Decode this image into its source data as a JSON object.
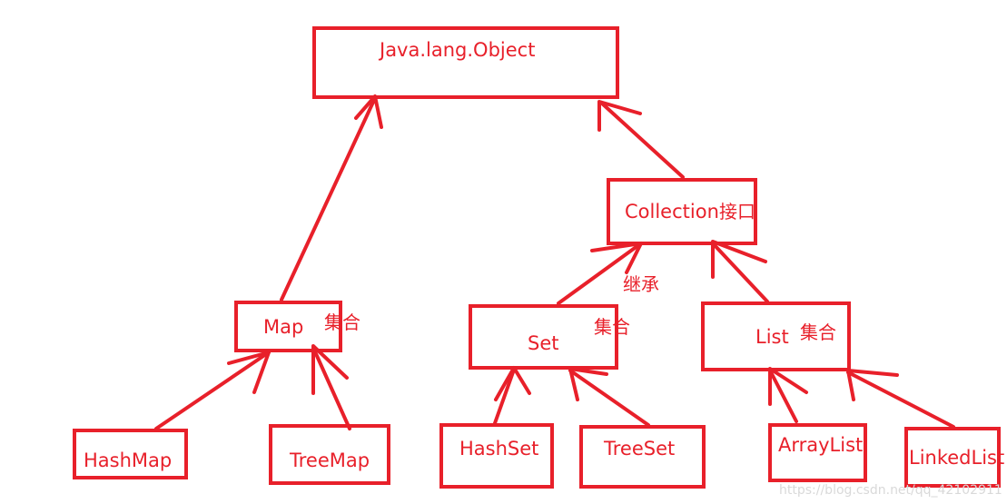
{
  "nodes": {
    "object": "Java.lang.Object",
    "collection": "Collection",
    "map": "Map",
    "set": "Set",
    "list": "List",
    "hashmap": "HashMap",
    "treemap": "TreeMap",
    "hashset": "HashSet",
    "treeset": "TreeSet",
    "arraylist": "ArrayList",
    "linkedlist": "LinkedList"
  },
  "annotations": {
    "collection_suffix": "接口",
    "map_suffix": "集合",
    "set_suffix": "集合",
    "list_suffix": "集合",
    "inherit": "继承"
  },
  "watermark": "https://blog.csdn.net/qq_42102911",
  "colors": {
    "stroke": "#e8202a",
    "background": "#ffffff"
  }
}
